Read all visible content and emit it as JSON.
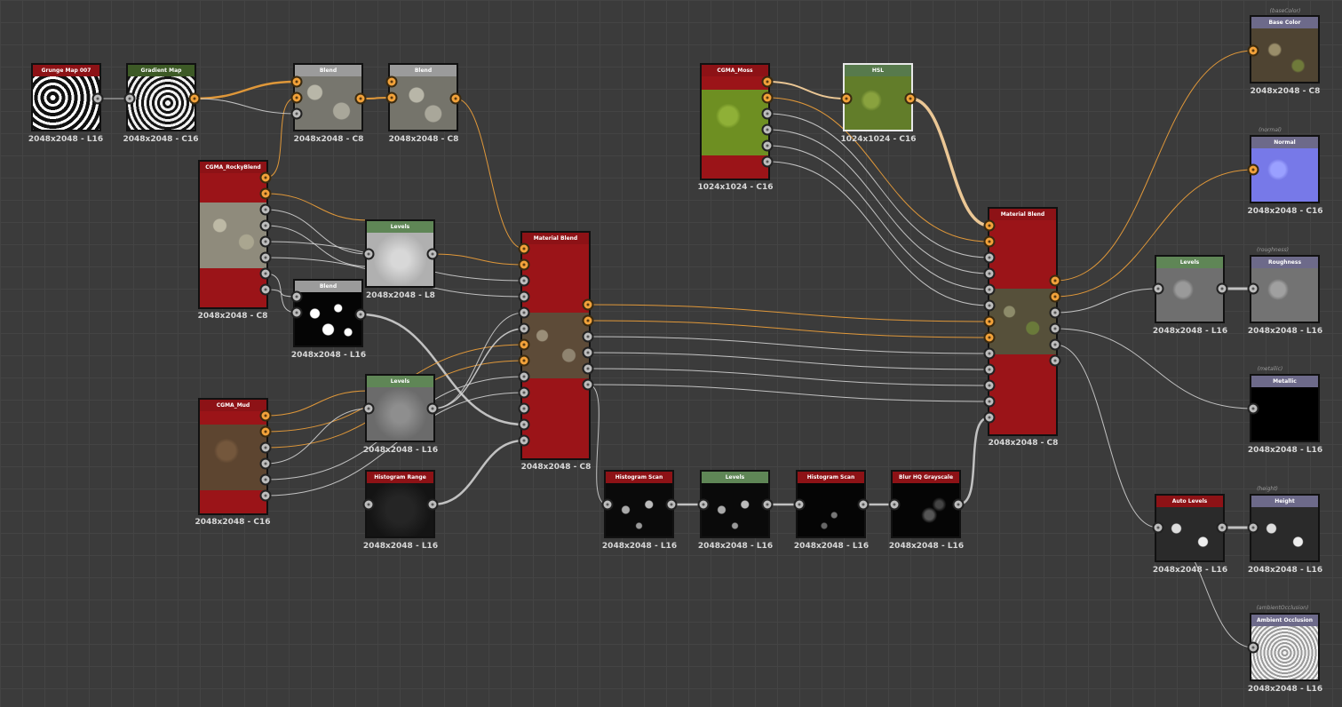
{
  "colors": {
    "atomic_red": "#9b1418",
    "header_dark_red": "#8d1216",
    "header_green_dark": "#3d5a26",
    "header_green_light": "#5f8656",
    "header_gray": "#9b9b9b",
    "header_hsl": "#577a4c",
    "header_output": "#6d6a8a",
    "wire_orange": "#f2a23a",
    "wire_white": "#d0d0d0",
    "wire_cream": "#ffd7a0"
  },
  "nodes": {
    "grunge_map": {
      "title": "Grunge Map 007",
      "res": "2048x2048 - L16"
    },
    "gradient_map": {
      "title": "Gradient Map",
      "res": "2048x2048 - C16"
    },
    "blend_1": {
      "title": "Blend",
      "res": "2048x2048 - C8"
    },
    "blend_2": {
      "title": "Blend",
      "res": "2048x2048 - C8"
    },
    "rocky_blend": {
      "title": "CGMA_RockyBlend",
      "res": "2048x2048 - C8"
    },
    "levels_1": {
      "title": "Levels",
      "res": "2048x2048 - L8"
    },
    "blend_mask": {
      "title": "Blend",
      "res": "2048x2048 - L16"
    },
    "mud": {
      "title": "CGMA_Mud",
      "res": "2048x2048 - C16"
    },
    "levels_2": {
      "title": "Levels",
      "res": "2048x2048 - L16"
    },
    "histogram_range": {
      "title": "Histogram Range",
      "res": "2048x2048 - L16"
    },
    "material_blend_1": {
      "title": "Material Blend",
      "res": "2048x2048 - C8"
    },
    "moss": {
      "title": "CGMA_Moss",
      "res": "1024x1024 - C16"
    },
    "hsl": {
      "title": "HSL",
      "res": "1024x1024 - C16"
    },
    "material_blend_2": {
      "title": "Material Blend",
      "res": "2048x2048 - C8"
    },
    "histogram_scan_1": {
      "title": "Histogram Scan",
      "res": "2048x2048 - L16"
    },
    "levels_3": {
      "title": "Levels",
      "res": "2048x2048 - L16"
    },
    "histogram_scan_2": {
      "title": "Histogram Scan",
      "res": "2048x2048 - L16"
    },
    "blur_hq": {
      "title": "Blur HQ Grayscale",
      "res": "2048x2048 - L16"
    },
    "levels_rough": {
      "title": "Levels",
      "res": "2048x2048 - L16"
    },
    "auto_levels": {
      "title": "Auto Levels",
      "res": "2048x2048 - L16"
    },
    "out_basecolor": {
      "title": "Base Color",
      "usage": "(baseColor)",
      "res": "2048x2048 - C8"
    },
    "out_normal": {
      "title": "Normal",
      "usage": "(normal)",
      "res": "2048x2048 - C16"
    },
    "out_roughness": {
      "title": "Roughness",
      "usage": "(roughness)",
      "res": "2048x2048 - L16"
    },
    "out_metallic": {
      "title": "Metallic",
      "usage": "(metallic)",
      "res": "2048x2048 - L16"
    },
    "out_height": {
      "title": "Height",
      "usage": "(height)",
      "res": "2048x2048 - L16"
    },
    "out_ao": {
      "title": "Ambient Occlusion",
      "usage": "(ambientOcclusion)",
      "res": "2048x2048 - L16"
    }
  }
}
